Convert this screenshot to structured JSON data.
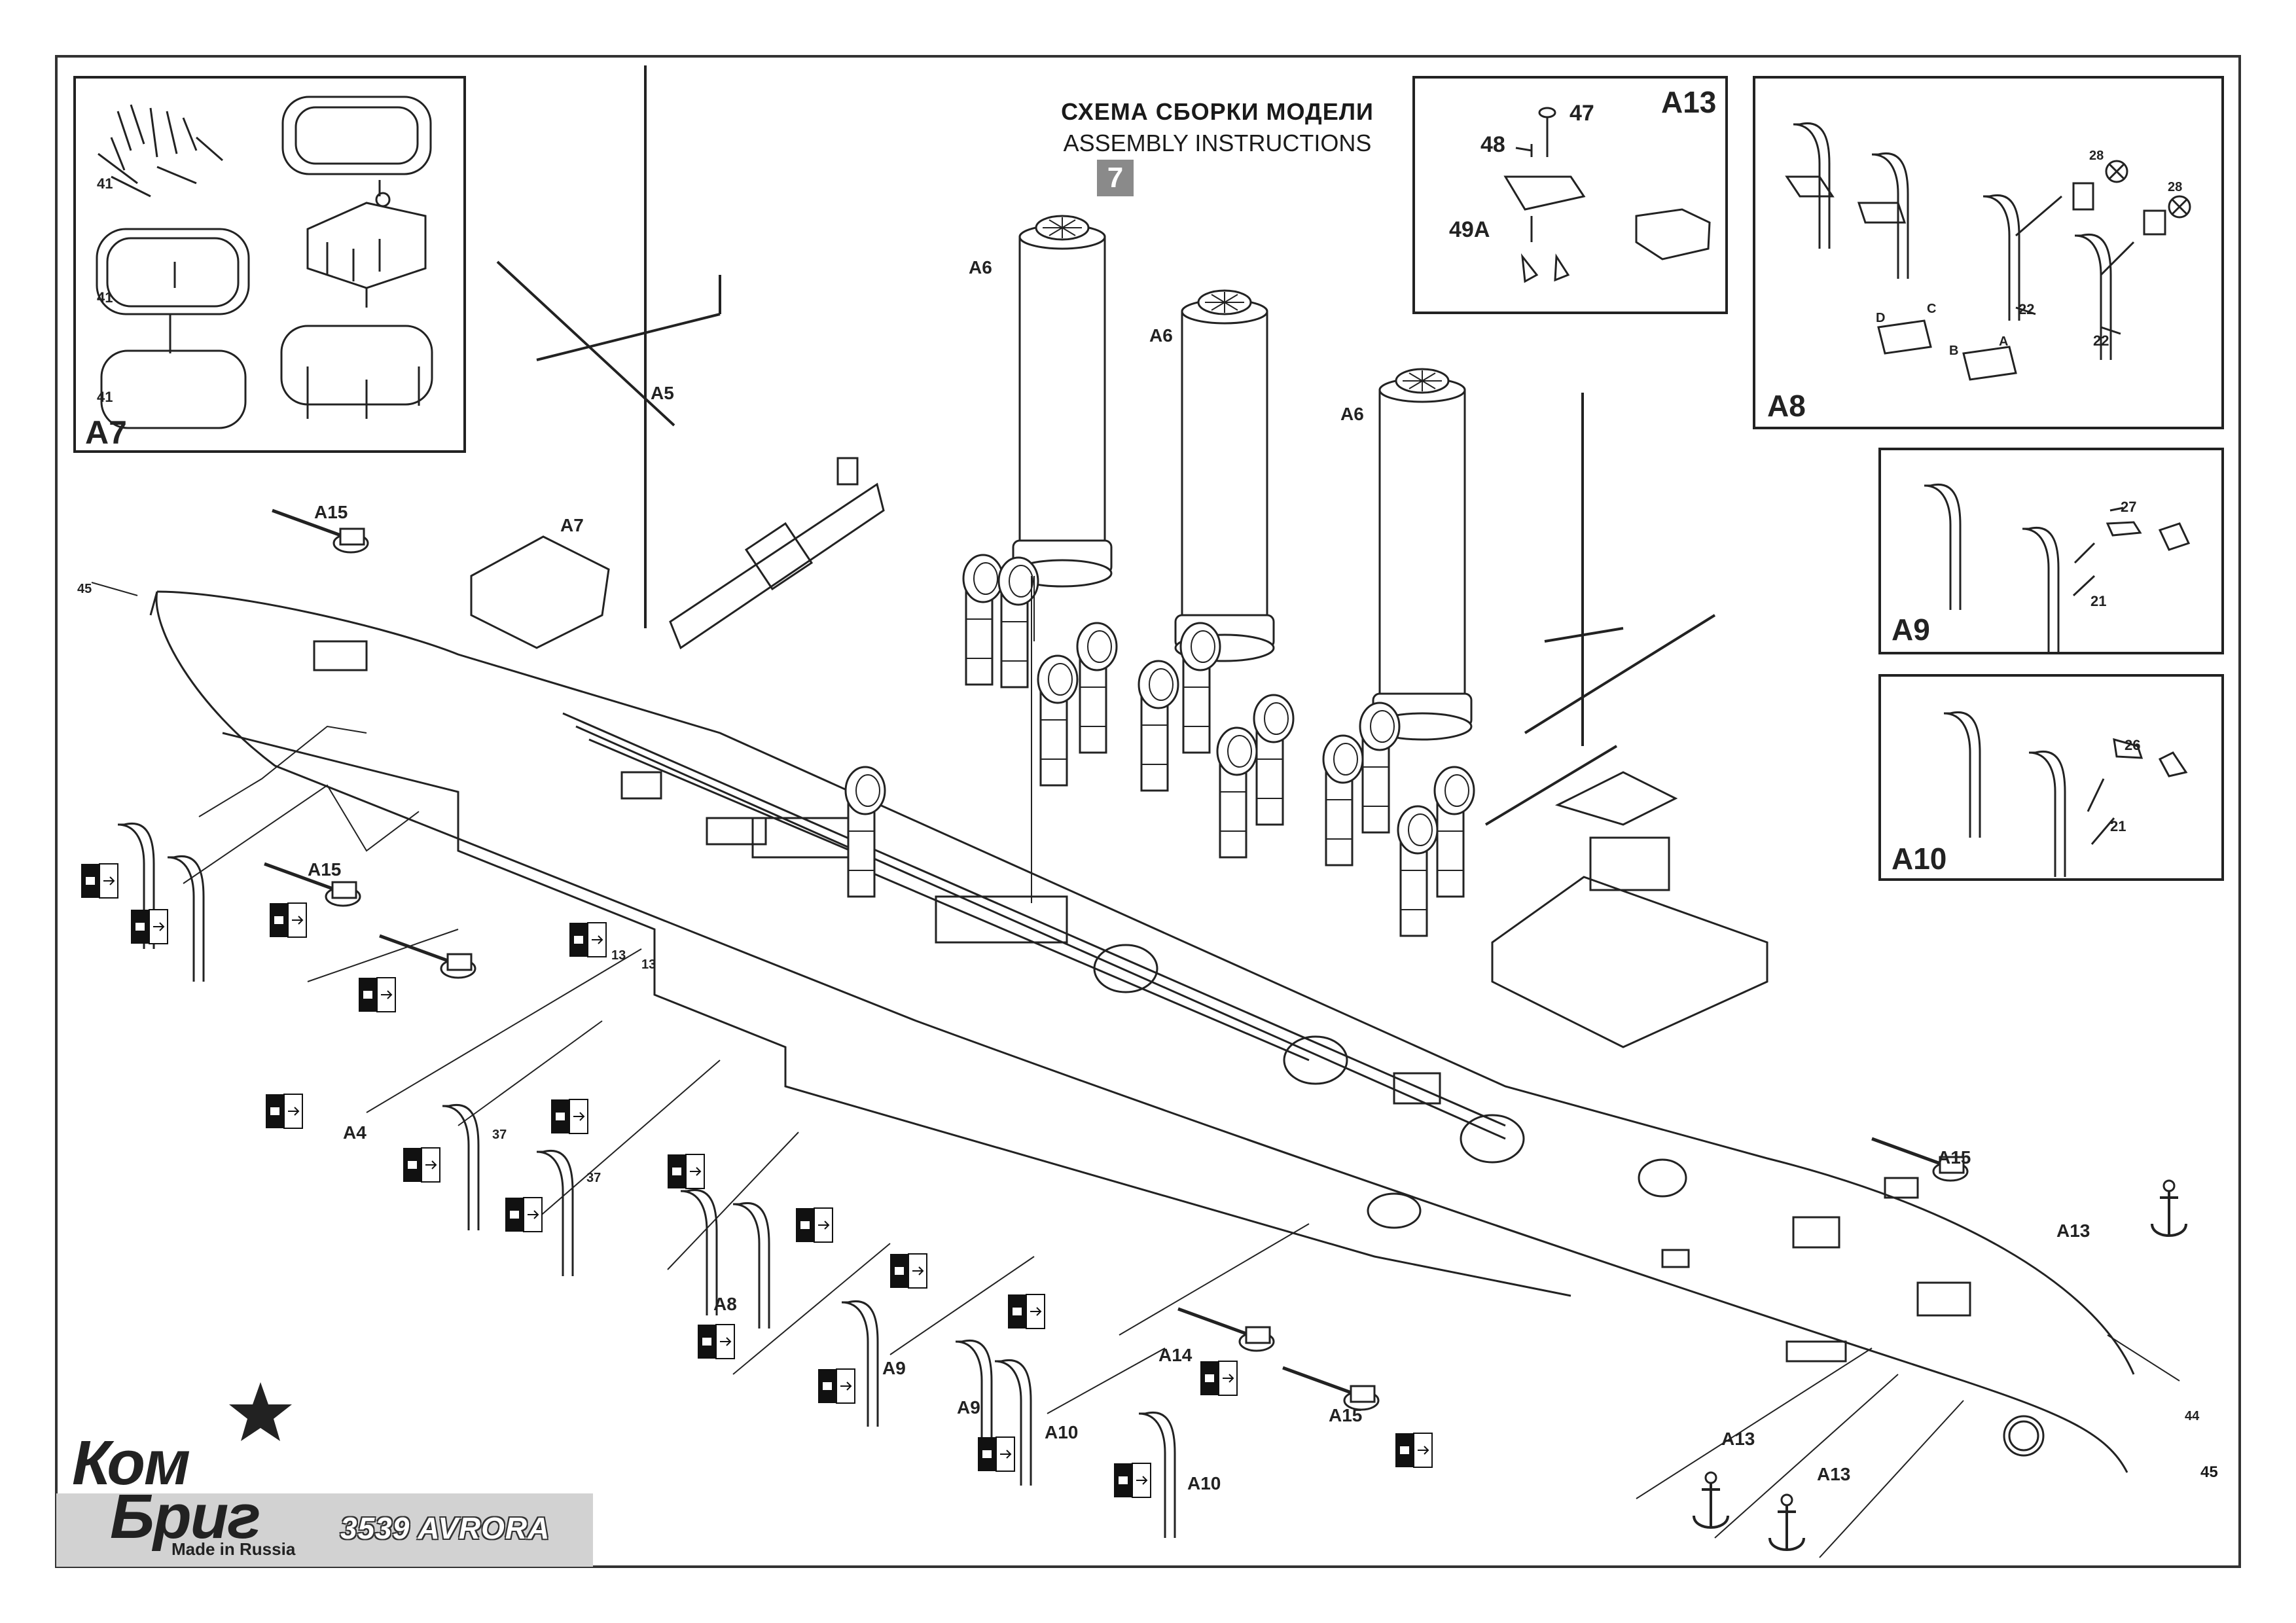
{
  "header": {
    "title_ru": "СХЕМА СБОРКИ МОДЕЛИ",
    "title_en": "ASSEMBLY INSTRUCTIONS",
    "step_number": "7"
  },
  "insets": {
    "a7": {
      "label": "A7",
      "part_numbers": [
        "41",
        "41",
        "41"
      ]
    },
    "a13": {
      "label": "A13",
      "part_numbers": [
        "47",
        "48",
        "49A"
      ]
    },
    "a8": {
      "label": "A8",
      "part_numbers": [
        "28",
        "28",
        "22",
        "22"
      ],
      "letters": [
        "D",
        "C",
        "B",
        "A"
      ]
    },
    "a9": {
      "label": "A9",
      "part_numbers": [
        "27",
        "21"
      ]
    },
    "a10": {
      "label": "A10",
      "part_numbers": [
        "26",
        "21"
      ]
    }
  },
  "callouts": {
    "a6_1": "A6",
    "a6_2": "A6",
    "a6_3": "A6",
    "a5": "A5",
    "a7_main": "A7",
    "a15_1": "A15",
    "a15_2": "A15",
    "a15_3": "A15",
    "a15_4": "A15",
    "a4": "A4",
    "a8_main": "A8",
    "a9_1": "A9",
    "a9_2": "A9",
    "a10_1": "A10",
    "a10_2": "A10",
    "a14": "A14",
    "a13_1": "A13",
    "a13_2": "A13",
    "a13_3": "A13"
  },
  "part_numbers": {
    "p45_left": "45",
    "p13_a": "13",
    "p13_b": "13",
    "p37_a": "37",
    "p37_b": "37",
    "p44": "44",
    "p45_right": "45"
  },
  "branding": {
    "logo_line1": "Ком",
    "logo_line2": "Бриг",
    "made_in": "Made in Russia",
    "kit_code": "3539 AVRORA"
  },
  "colors": {
    "line": "#222222",
    "badge": "#8a8a8a",
    "band": "#d2d2d2"
  },
  "icons": [
    "paint-symbol-icon",
    "star-icon",
    "funnel-part-icon",
    "ventilator-part-icon",
    "anchor-icon",
    "davit-icon"
  ]
}
